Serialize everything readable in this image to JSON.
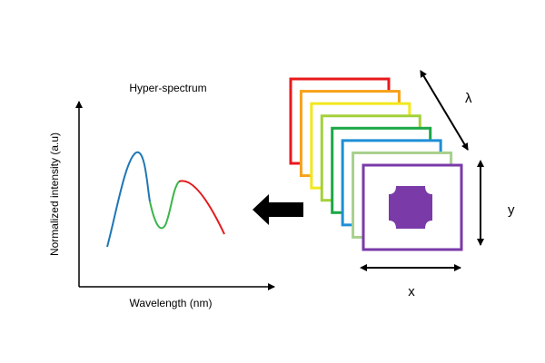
{
  "spectrum_plot": {
    "title": "Hyper-spectrum",
    "x_axis_label": "Wavelength (nm)",
    "y_axis_label": "Normalized intensity (a.u)",
    "curve_colors": [
      "#1f77b4",
      "#3cb44b",
      "#e31a1c"
    ]
  },
  "cube": {
    "band_colors": [
      "#e8191c",
      "#f7a21b",
      "#f2e81c",
      "#a4d13a",
      "#1aa845",
      "#1f8fd6",
      "#a8d08d",
      "#7a3aa8"
    ],
    "object_color": "#7a3aa8",
    "lambda_label": "λ",
    "y_label": "y",
    "x_label": "x"
  },
  "arrow_color": "#000000"
}
